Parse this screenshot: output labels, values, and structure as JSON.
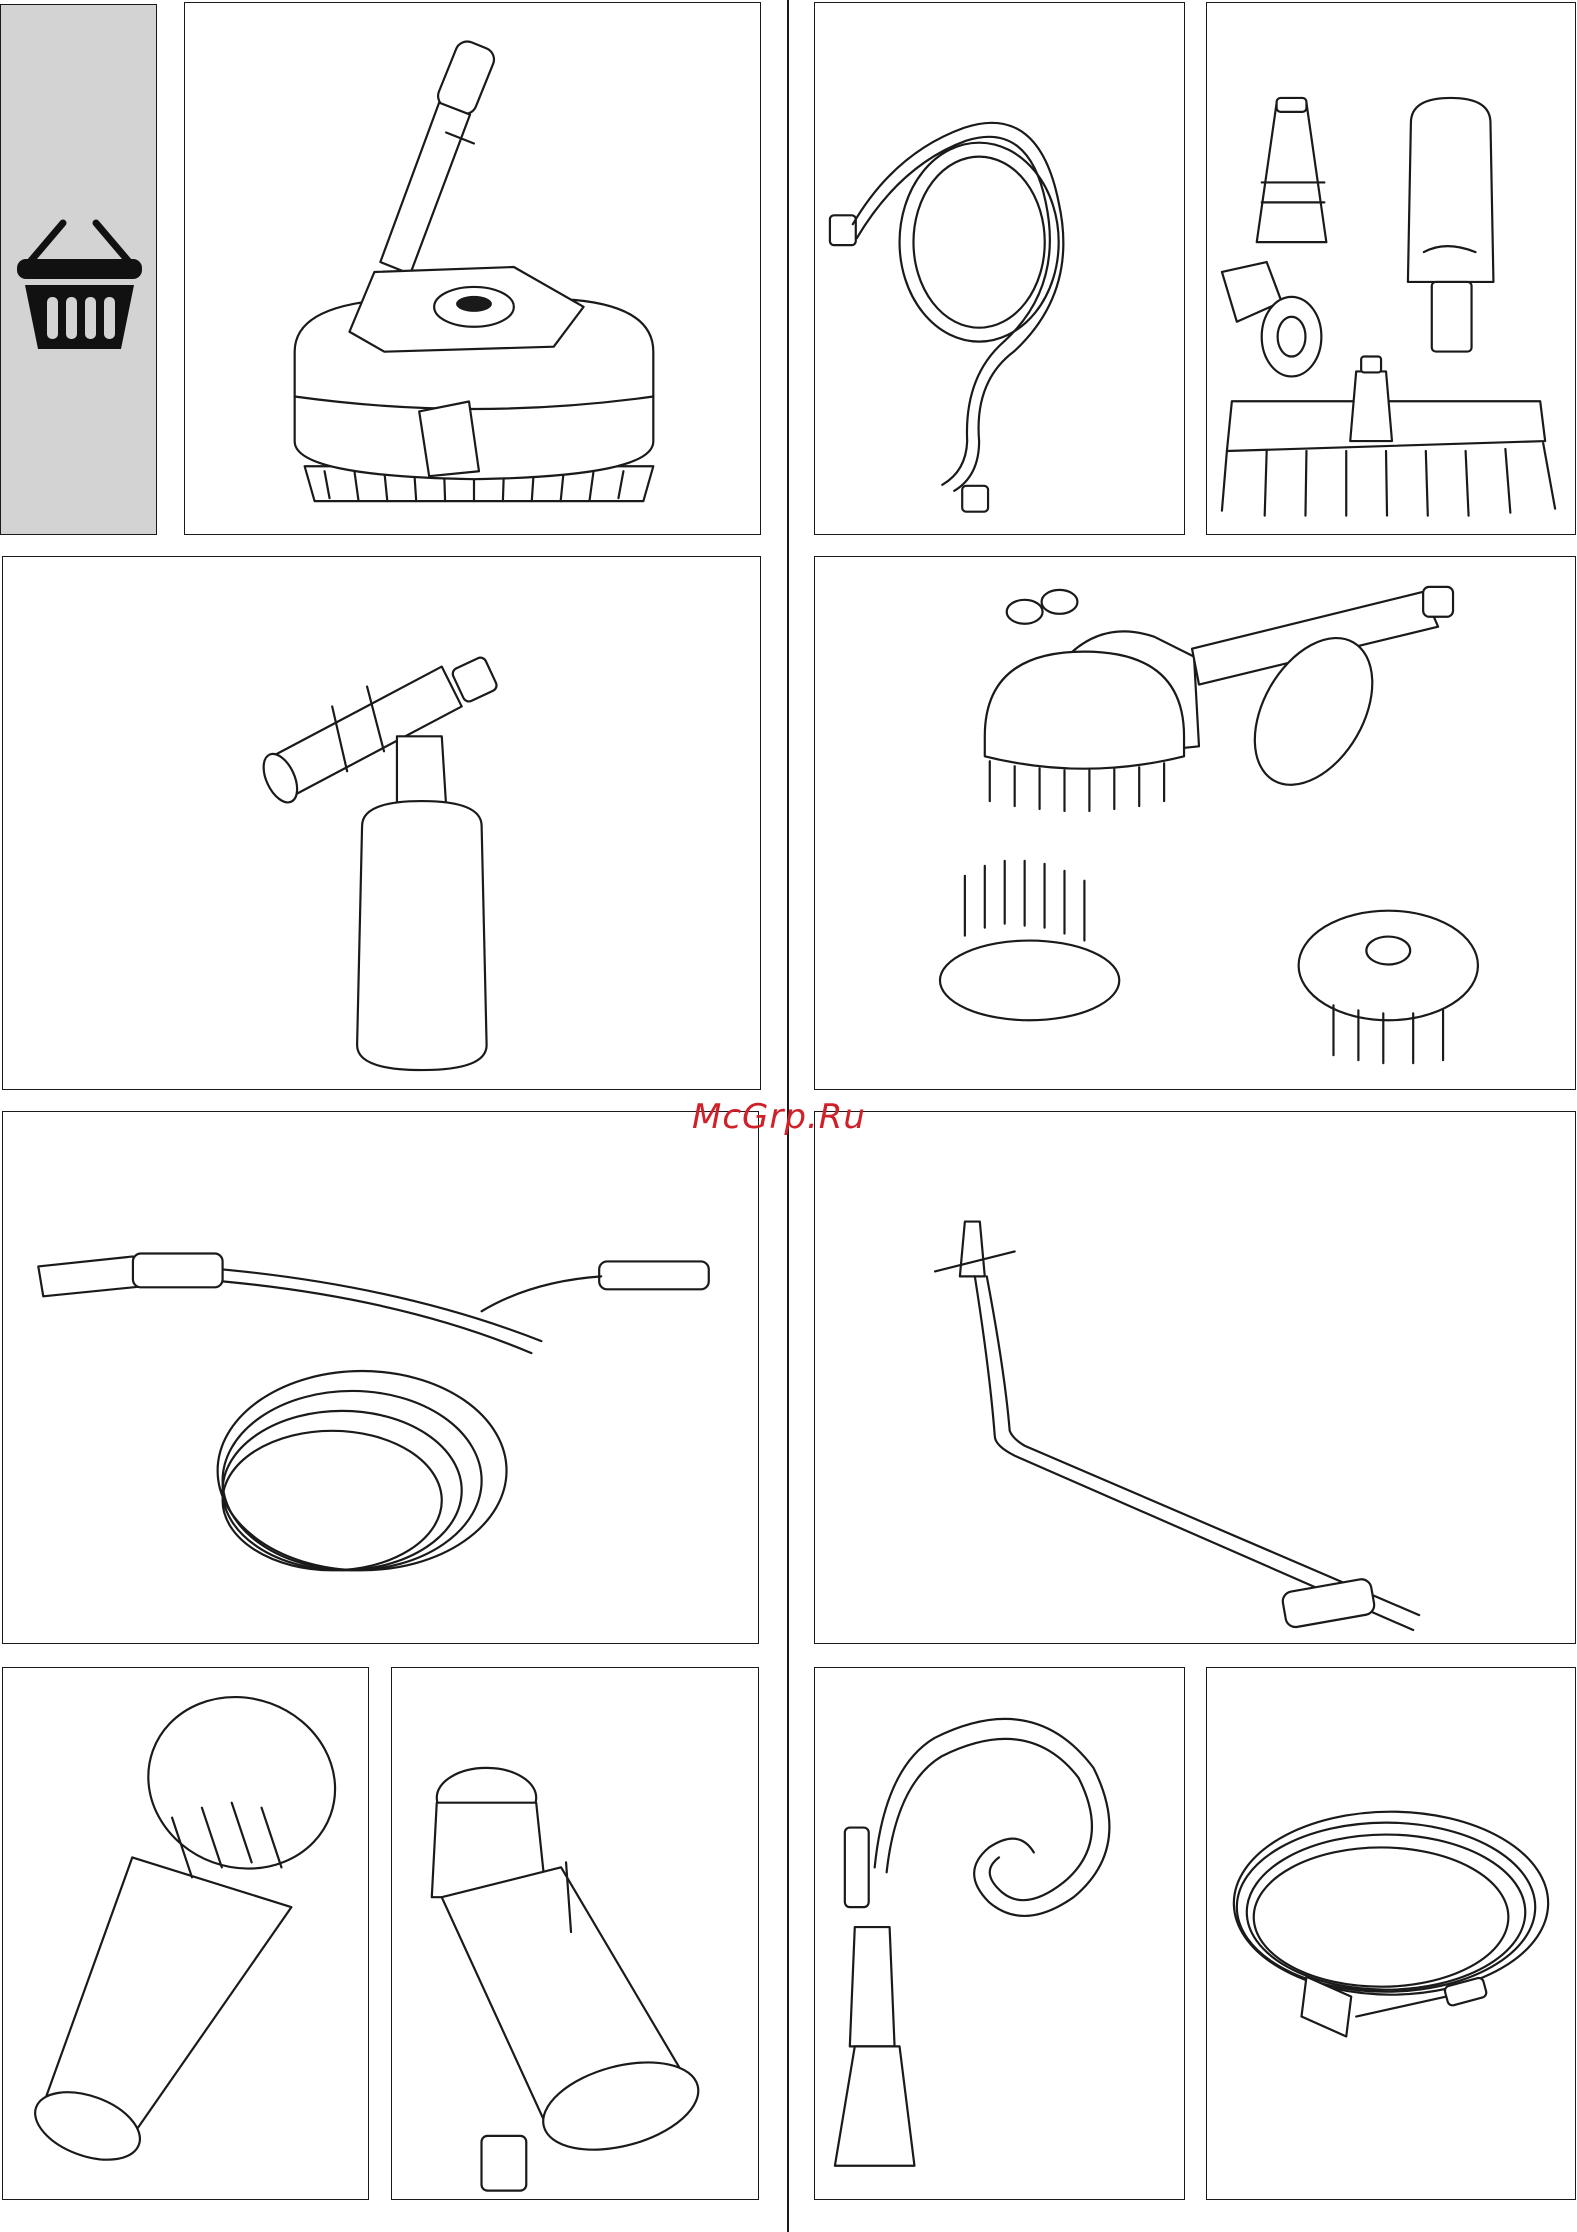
{
  "watermark": {
    "text": "McGrp.Ru",
    "color": "#d0202a"
  },
  "side_tab": {
    "icon": "shopping-basket-icon",
    "background": "#d3d3d3"
  },
  "panels": [
    {
      "id": "surface-cleaner",
      "icon": "surface-cleaner-image"
    },
    {
      "id": "suction-hose",
      "icon": "suction-hose-image"
    },
    {
      "id": "car-wash-kit",
      "icon": "car-wash-kit-image"
    },
    {
      "id": "foam-nozzle",
      "icon": "foam-nozzle-image"
    },
    {
      "id": "rotating-wash-brush-set",
      "icon": "rotating-brush-image"
    },
    {
      "id": "extension-hose",
      "icon": "extension-hose-image"
    },
    {
      "id": "angled-spray-lance",
      "icon": "angled-lance-image"
    },
    {
      "id": "water-filter",
      "icon": "water-filter-image"
    },
    {
      "id": "water-filter-valve",
      "icon": "filter-valve-image"
    },
    {
      "id": "pipe-cleaning-set",
      "icon": "pipe-cleaning-image"
    },
    {
      "id": "hose-reel",
      "icon": "hose-reel-image"
    }
  ]
}
